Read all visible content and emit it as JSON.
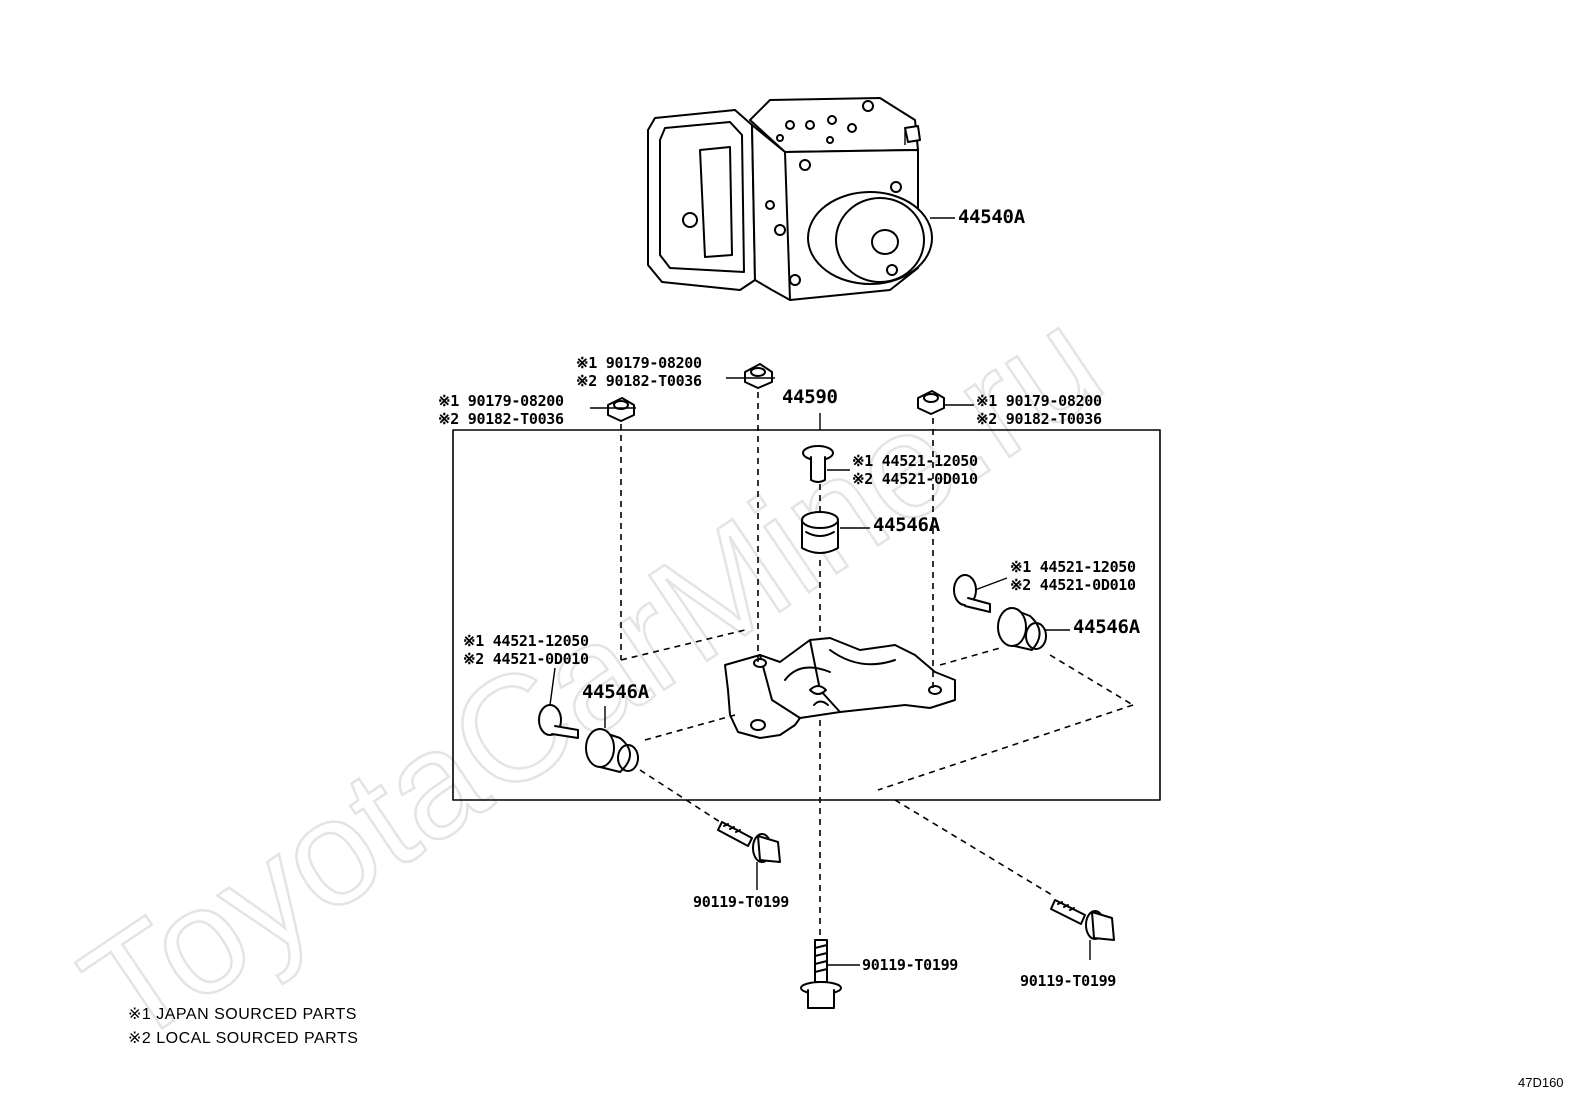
{
  "watermark": "ToyotaCarMine.ru",
  "image_code": "47D160",
  "notes": [
    "※1 JAPAN SOURCED PARTS",
    "※2 LOCAL SOURCED PARTS"
  ],
  "parts": {
    "actuator": "44540A",
    "bracket": "44590",
    "cushion_top": "44546A",
    "cushion_right": "44546A",
    "cushion_left": "44546A",
    "nut_top_center": [
      "※1 90179-08200",
      "※2 90182-T0036"
    ],
    "nut_left": [
      "※1 90179-08200",
      "※2 90182-T0036"
    ],
    "nut_right": [
      "※1 90179-08200",
      "※2 90182-T0036"
    ],
    "collar_top": [
      "※1 44521-12050",
      "※2 44521-0D010"
    ],
    "collar_right": [
      "※1 44521-12050",
      "※2 44521-0D010"
    ],
    "collar_left": [
      "※1 44521-12050",
      "※2 44521-0D010"
    ],
    "bolt_left": "90119-T0199",
    "bolt_center": "90119-T0199",
    "bolt_right": "90119-T0199"
  }
}
